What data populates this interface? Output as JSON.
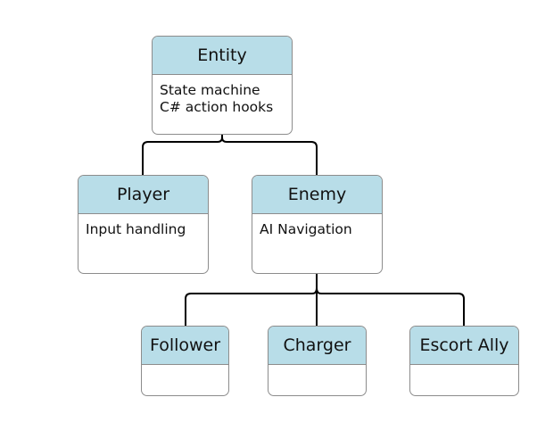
{
  "diagram": {
    "nodes": {
      "entity": {
        "title": "Entity",
        "body": [
          "State machine",
          "C# action hooks"
        ]
      },
      "player": {
        "title": "Player",
        "body": [
          "Input handling"
        ]
      },
      "enemy": {
        "title": "Enemy",
        "body": [
          "AI Navigation"
        ]
      },
      "follower": {
        "title": "Follower",
        "body": []
      },
      "charger": {
        "title": "Charger",
        "body": []
      },
      "escort": {
        "title": "Escort Ally",
        "body": []
      }
    },
    "edges": [
      {
        "from": "entity",
        "to": "player"
      },
      {
        "from": "entity",
        "to": "enemy"
      },
      {
        "from": "enemy",
        "to": "follower"
      },
      {
        "from": "enemy",
        "to": "charger"
      },
      {
        "from": "enemy",
        "to": "escort"
      }
    ],
    "colors": {
      "header_fill": "#b8dde8",
      "border": "#8c8c8c",
      "connector": "#000000"
    }
  }
}
